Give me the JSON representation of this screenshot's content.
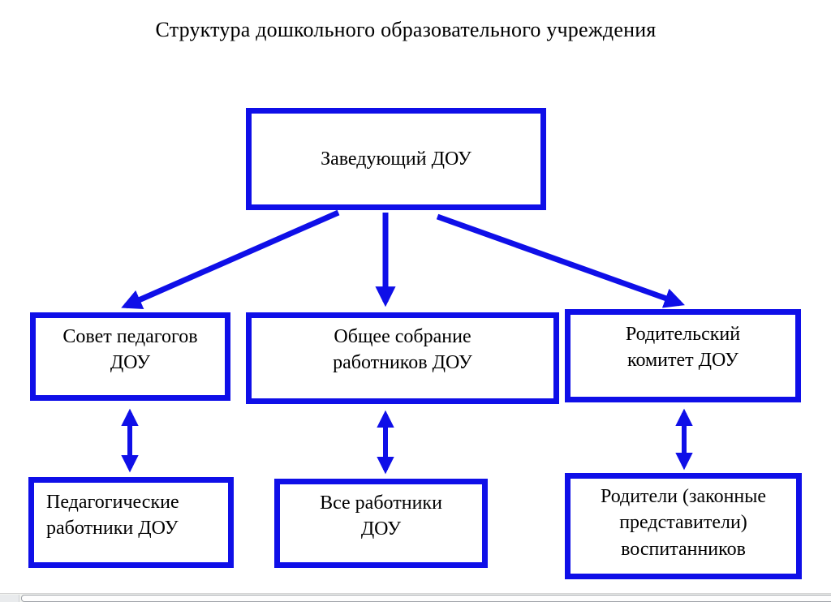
{
  "title": "Структура дошкольного образовательного учреждения",
  "colors": {
    "accent": "#0f0fe8",
    "text": "#000000",
    "page_bg": "#ffffff",
    "scrollbar_track": "#f1f3f0",
    "scrollbar_thumb": "#fdfdfd"
  },
  "org_chart": {
    "root": {
      "id": "head",
      "label": "Заведующий ДОУ"
    },
    "middle": [
      {
        "id": "pedagogical-council",
        "label": "Совет педагогов\nДОУ"
      },
      {
        "id": "general-meeting",
        "label": "Общее собрание\nработников ДОУ"
      },
      {
        "id": "parent-committee",
        "label": "Родительский\nкомитет ДОУ"
      }
    ],
    "bottom": [
      {
        "id": "pedagogical-workers",
        "label": "Педагогические\nработники ДОУ"
      },
      {
        "id": "all-workers",
        "label": "Все работники\nДОУ"
      },
      {
        "id": "parents",
        "label": "Родители (законные\nпредставители)\nвоспитанников"
      }
    ],
    "edges": [
      {
        "from": "head",
        "to": "pedagogical-council",
        "direction": "one-way"
      },
      {
        "from": "head",
        "to": "general-meeting",
        "direction": "one-way"
      },
      {
        "from": "head",
        "to": "parent-committee",
        "direction": "one-way"
      },
      {
        "from": "pedagogical-council",
        "to": "pedagogical-workers",
        "direction": "two-way"
      },
      {
        "from": "general-meeting",
        "to": "all-workers",
        "direction": "two-way"
      },
      {
        "from": "parent-committee",
        "to": "parents",
        "direction": "two-way"
      }
    ]
  }
}
